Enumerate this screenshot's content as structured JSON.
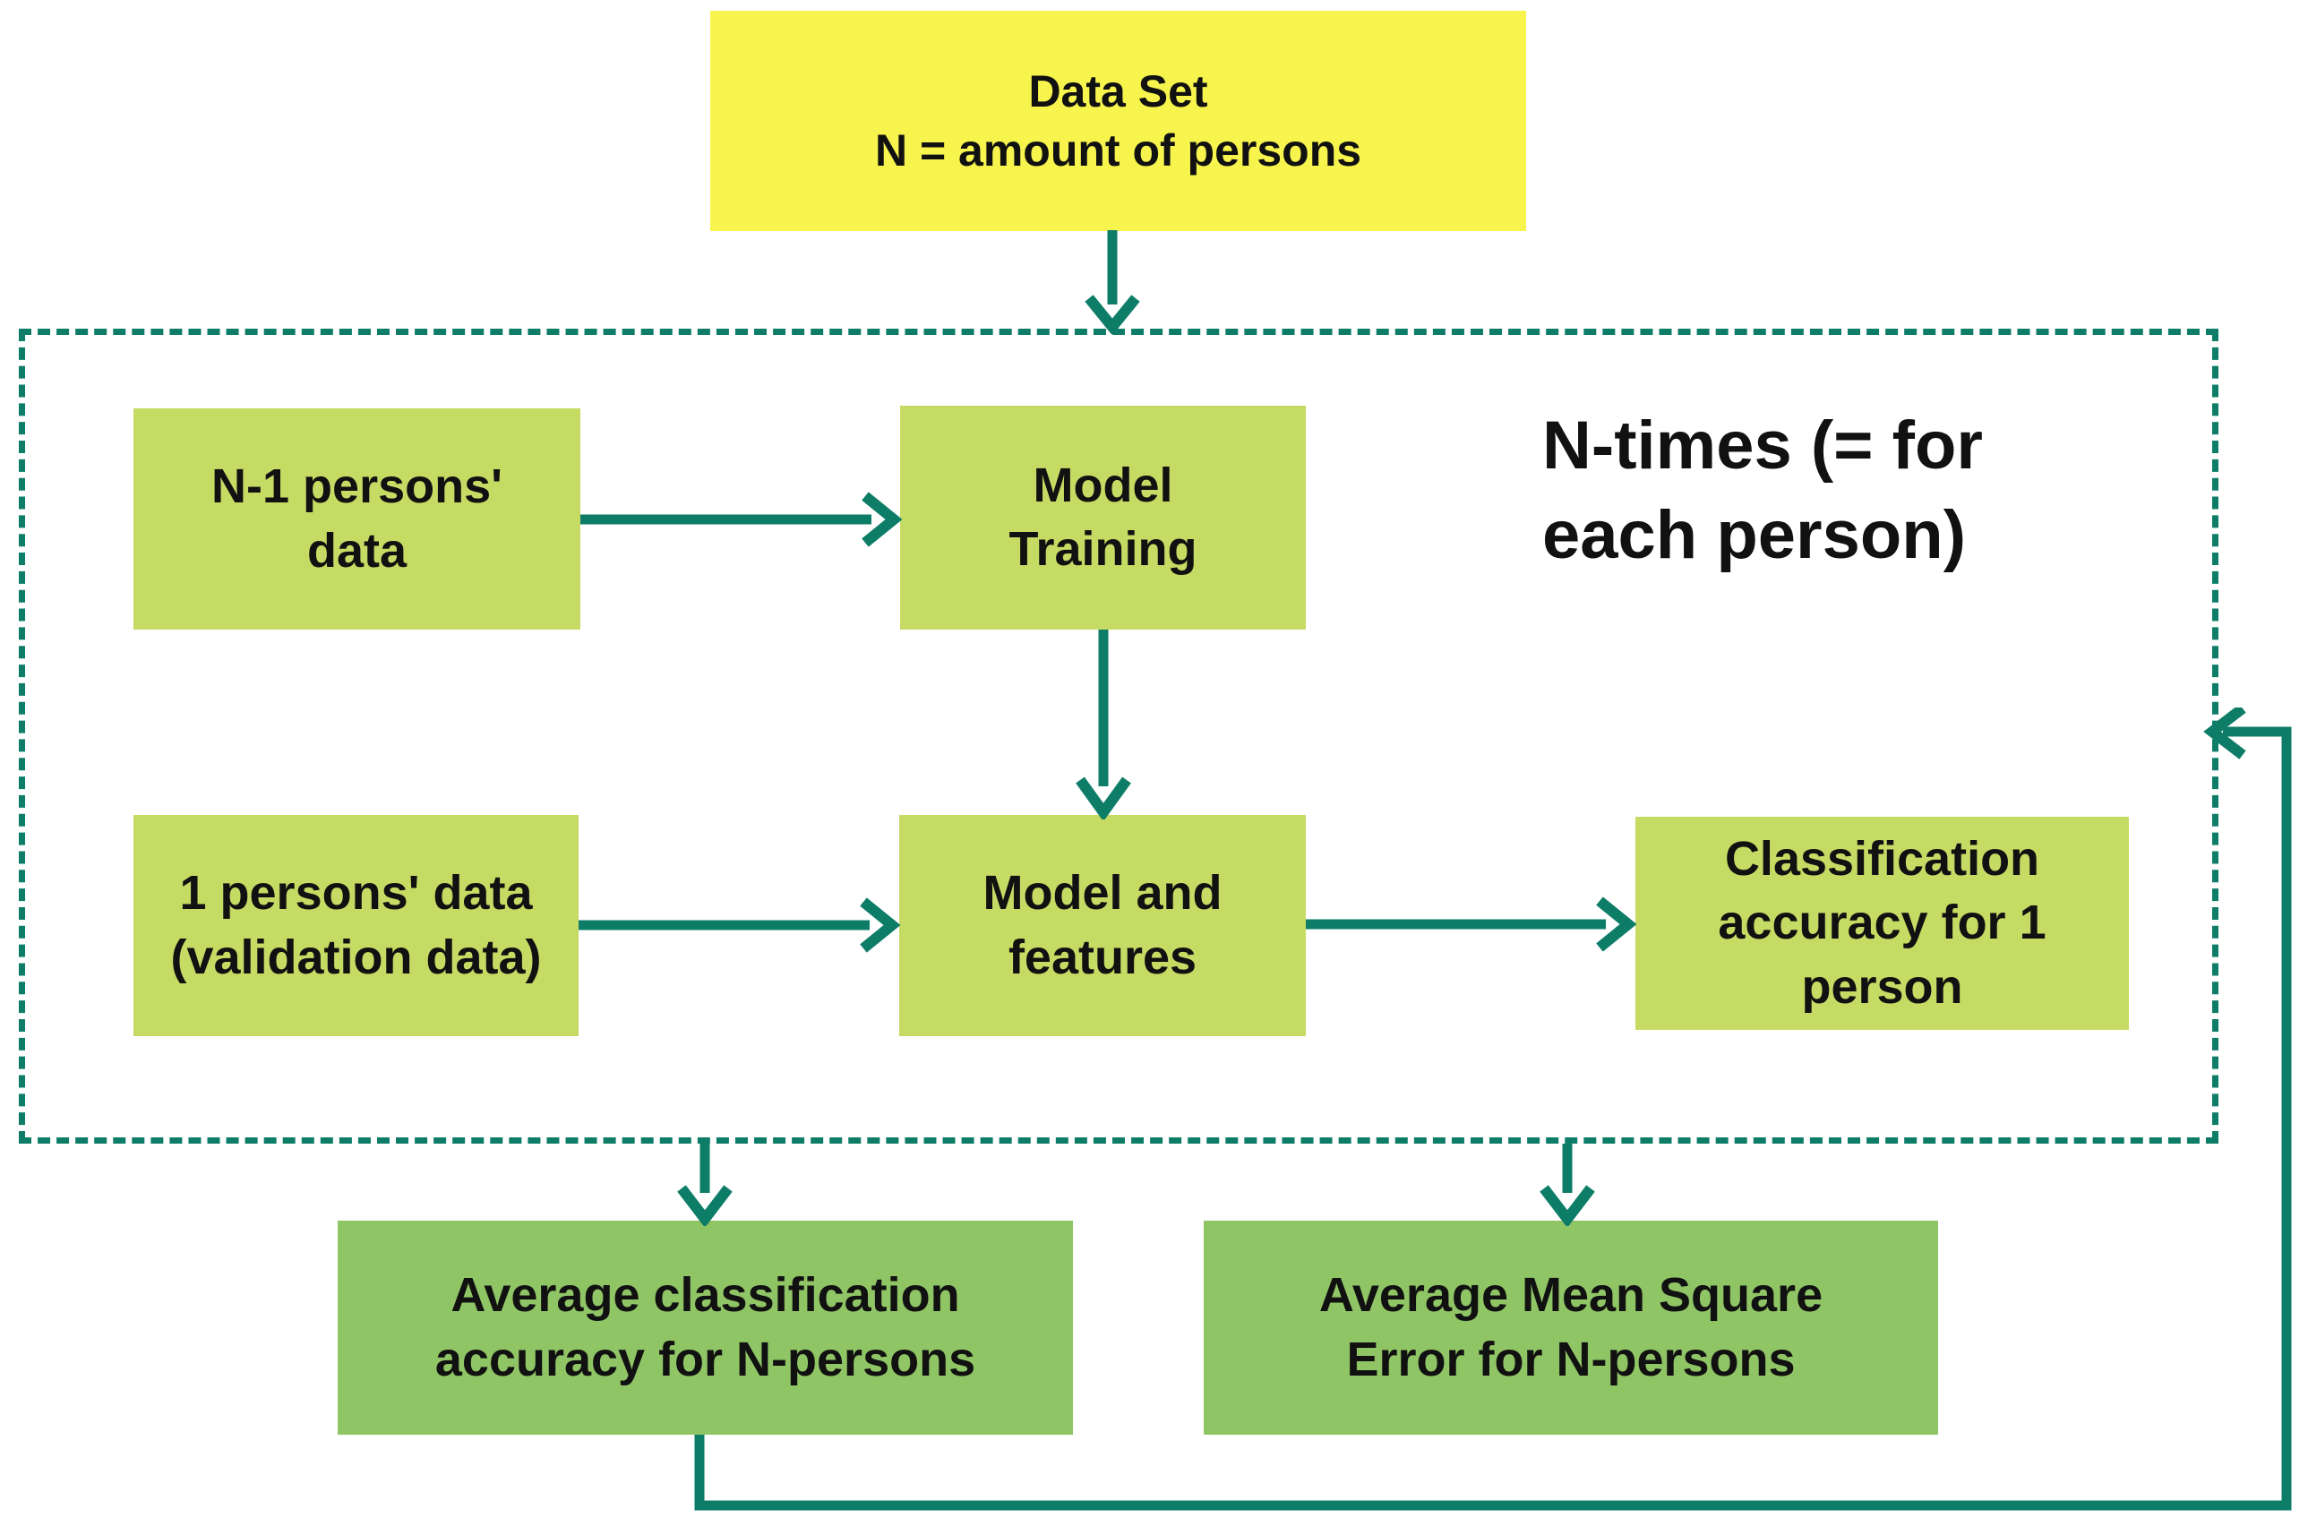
{
  "colors": {
    "bg": "#FFFFFF",
    "box-yellow": "#F7F44E",
    "box-green": "#C6DB64",
    "box-result": "#90C566",
    "line-teal": "#0E7D68",
    "text": "#111111"
  },
  "nodes": {
    "dataset": {
      "lines": [
        "Data Set",
        "N = amount of persons"
      ]
    },
    "n1_data": {
      "lines": [
        "N-1 persons'",
        "data"
      ]
    },
    "model_training": {
      "lines": [
        "Model",
        "Training"
      ]
    },
    "one_person_data": {
      "lines": [
        "1 persons' data",
        "(validation data)"
      ]
    },
    "model_features": {
      "lines": [
        "Model and",
        "features"
      ]
    },
    "classification_accuracy": {
      "lines": [
        "Classification",
        "accuracy for 1",
        "person"
      ]
    },
    "avg_class_accuracy": {
      "lines": [
        "Average classification",
        "accuracy for N-persons"
      ]
    },
    "avg_mse": {
      "lines": [
        "Average Mean Square",
        "Error for N-persons"
      ]
    }
  },
  "labels": {
    "loop": {
      "lines": [
        "N-times (= for",
        "each person)"
      ]
    }
  }
}
